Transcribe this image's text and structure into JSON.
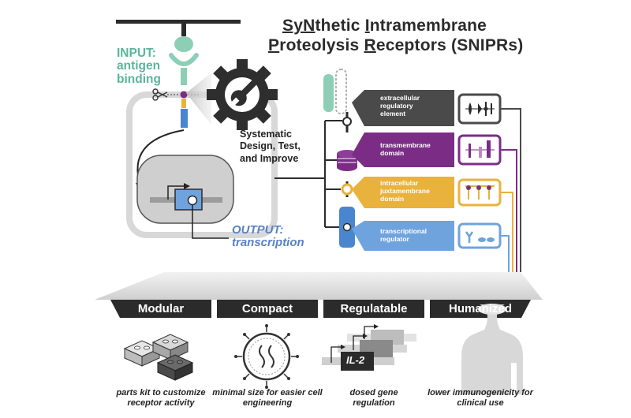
{
  "title": {
    "line1": [
      "Sy",
      "N",
      "thetic ",
      "I",
      "ntramembrane"
    ],
    "line2": [
      "P",
      "roteolysis ",
      "R",
      "eceptors (SNIPRs)"
    ]
  },
  "input": {
    "line1": "INPUT:",
    "line2": "antigen",
    "line3": "binding"
  },
  "output": {
    "line1": "OUTPUT:",
    "line2": "transcription"
  },
  "process": {
    "line1": "Systematic",
    "line2": "Design, Test,",
    "line3": "and Improve"
  },
  "domains": [
    {
      "label": [
        "extracellular",
        "regulatory",
        "element"
      ],
      "color": "#4a4a4a",
      "text_color": "#ffffff"
    },
    {
      "label": [
        "transmembrane",
        "domain"
      ],
      "color": "#7b2d86",
      "text_color": "#ffffff"
    },
    {
      "label": [
        "intracellular",
        "juxtamembrane",
        "domain"
      ],
      "color": "#e9b23c",
      "text_color": "#ffffff"
    },
    {
      "label": [
        "transcriptional",
        "regulator"
      ],
      "color": "#6fa3dd",
      "text_color": "#ffffff"
    }
  ],
  "features": [
    {
      "name": "Modular",
      "caption": "parts kit to customize receptor activity"
    },
    {
      "name": "Compact",
      "caption": "minimal size for easier cell engineering"
    },
    {
      "name": "Regulatable",
      "caption": "dosed gene regulation"
    },
    {
      "name": "Humanized",
      "caption": "lower immunogenicity for clinical use"
    }
  ],
  "gene_label": "IL-2",
  "colors": {
    "green": "#8ccfb6",
    "purple": "#7b2d86",
    "gold": "#e9b23c",
    "blue": "#6fa3dd",
    "dark": "#2e2e2e",
    "gray": "#cfcfcf"
  }
}
